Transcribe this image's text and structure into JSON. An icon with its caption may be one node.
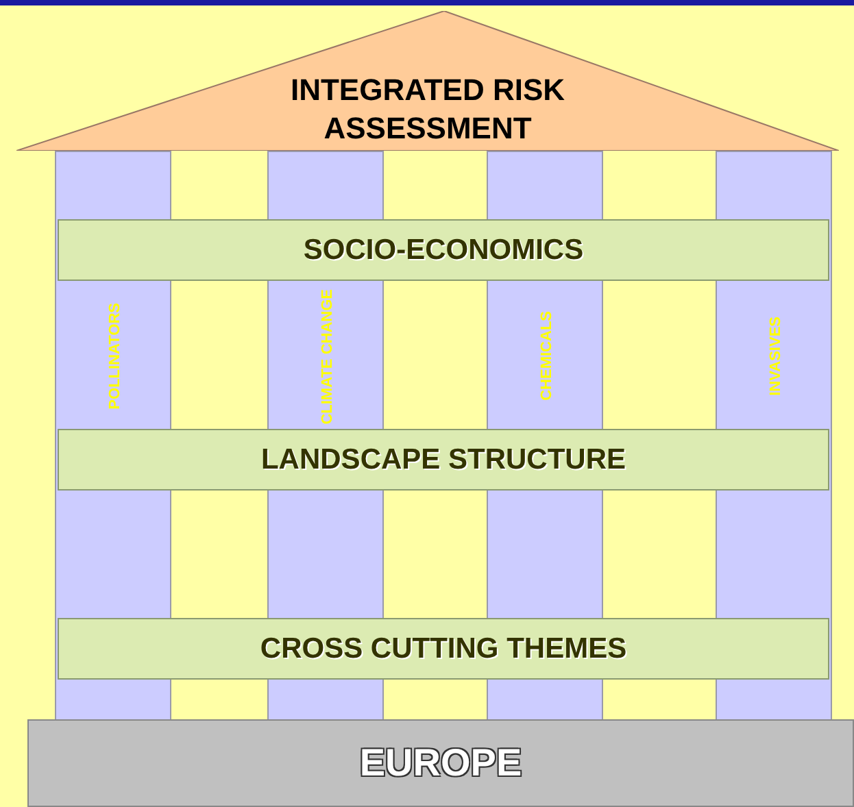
{
  "diagram": {
    "nodes": [
      {
        "text": [
          "INTEGRATED RISK ASSESSMENT"
        ]
      },
      {
        "text": [
          "POLLINATORS"
        ]
      },
      {
        "text": [
          "CLIMATE CHANGE"
        ]
      },
      {
        "text": [
          "CHEMICALS"
        ]
      },
      {
        "text": [
          "INVASIVES"
        ]
      },
      {
        "text": [
          "SOCIO-ECONOMICS"
        ]
      },
      {
        "text": [
          "LANDSCAPE STRUCTURE"
        ]
      },
      {
        "text": [
          "CROSS CUTTING THEMES"
        ]
      },
      {
        "text": [
          "EUROPE"
        ]
      }
    ]
  }
}
